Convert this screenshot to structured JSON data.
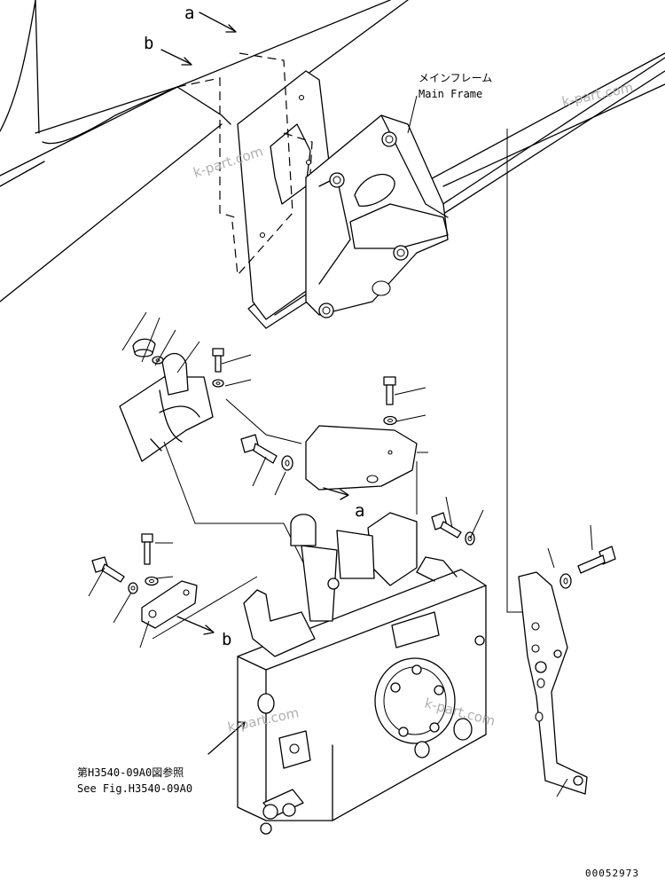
{
  "labels": {
    "main_frame_jp": "メインフレーム",
    "main_frame_en": "Main Frame",
    "see_fig_jp": "第H3540-09A0図参照",
    "see_fig_en": "See Fig.H3540-09A0",
    "ref_a": "a",
    "ref_b": "b"
  },
  "watermark": "k-part.com",
  "drawing_number": "00052973"
}
